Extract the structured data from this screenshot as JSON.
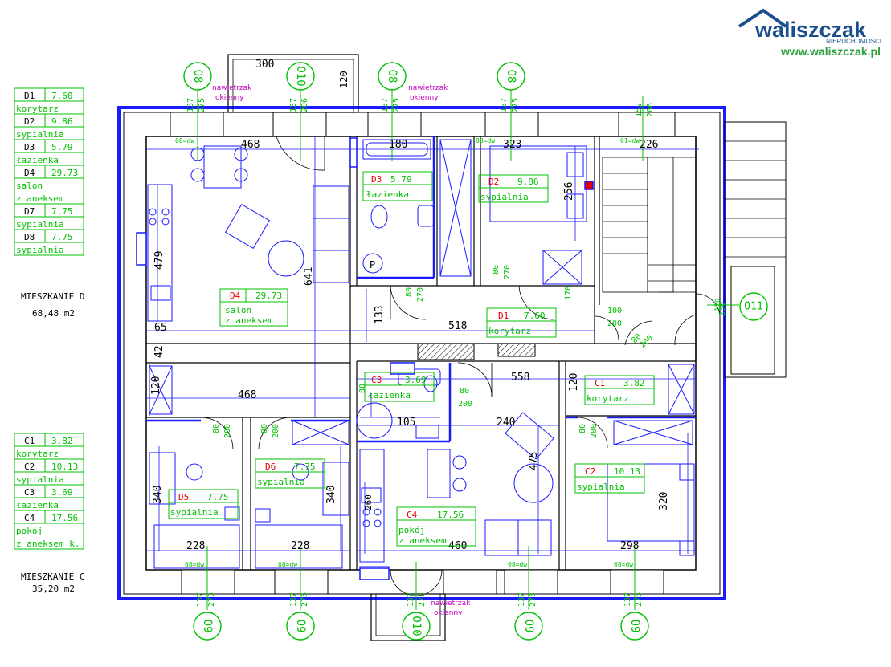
{
  "logo": {
    "brand": "waliszczak",
    "sub": "NIERUCHOMOŚCI",
    "url": "www.waliszczak.pl",
    "colors": {
      "brand": "#1b4f8c",
      "url": "#2ea03c",
      "roof": "#1b4f8c"
    }
  },
  "legend_d": {
    "rows": [
      {
        "code": "D1",
        "area": "7.60",
        "name": "korytarz"
      },
      {
        "code": "D2",
        "area": "9.86",
        "name": "sypialnia"
      },
      {
        "code": "D3",
        "area": "5.79",
        "name": "łazienka"
      },
      {
        "code": "D4",
        "area": "29.73",
        "name": "salon",
        "name2": "z aneksem"
      },
      {
        "code": "D7",
        "area": "7.75",
        "name": "sypialnia"
      },
      {
        "code": "D8",
        "area": "7.75",
        "name": "sypialnia"
      }
    ],
    "title": "MIESZKANIE D",
    "total": "68,48 m2"
  },
  "legend_c": {
    "rows": [
      {
        "code": "C1",
        "area": "3.82",
        "name": "korytarz"
      },
      {
        "code": "C2",
        "area": "10.13",
        "name": "sypialnia"
      },
      {
        "code": "C3",
        "area": "3.69",
        "name": "łazienka"
      },
      {
        "code": "C4",
        "area": "17.56",
        "name": "pokój",
        "name2": "z aneksem k."
      }
    ],
    "title": "MIESZKANIE C",
    "total": "35,20 m2"
  },
  "rooms": {
    "d4": {
      "code": "D4",
      "area": "29.73",
      "name": "salon",
      "name2": "z aneksem"
    },
    "d3": {
      "code": "D3",
      "area": "5.79",
      "name": "łazienka"
    },
    "d2": {
      "code": "D2",
      "area": "9.86",
      "name": "sypialnia"
    },
    "d1": {
      "code": "D1",
      "area": "7.60",
      "name": "korytarz"
    },
    "c1": {
      "code": "C1",
      "area": "3.82",
      "name": "korytarz"
    },
    "c3": {
      "code": "C3",
      "area": "3.69",
      "name": "łazienka"
    },
    "c4": {
      "code": "C4",
      "area": "17.56",
      "name": "pokój",
      "name2": "z aneksem"
    },
    "c2": {
      "code": "C2",
      "area": "10.13",
      "name": "sypialnia"
    },
    "d5": {
      "code": "D5",
      "area": "7.75",
      "name": "sypialnia"
    },
    "d6": {
      "code": "D6",
      "area": "7.75",
      "name": "sypialnia"
    }
  },
  "window_tags": {
    "o8": "O8",
    "o10": "O10",
    "o9": "O9",
    "o11": "O11"
  },
  "vents": {
    "line1": "nawietrzak",
    "line2": "okienny"
  },
  "dims": {
    "d300": "300",
    "d120a": "120",
    "d468a": "468",
    "d180": "180",
    "d323": "323",
    "d226": "226",
    "d479": "479",
    "d641": "641",
    "d256": "256",
    "d65": "65",
    "d42": "42",
    "d133": "133",
    "d518": "518",
    "d80": "80",
    "d270": "270",
    "d170": "170",
    "d100": "100",
    "d200": "200",
    "d558": "558",
    "d120b": "120",
    "d120c": "120",
    "d468b": "468",
    "d240": "240",
    "d105": "105",
    "d475": "475",
    "d340": "340",
    "d320": "320",
    "d260": "260",
    "d228": "228",
    "d460": "460",
    "d298": "298",
    "d137": "137",
    "d275": "275",
    "d152": "152",
    "d206": "206",
    "d230": "230",
    "d08dw": "08=dw",
    "d01dw": "01=dw",
    "dp": "P"
  }
}
